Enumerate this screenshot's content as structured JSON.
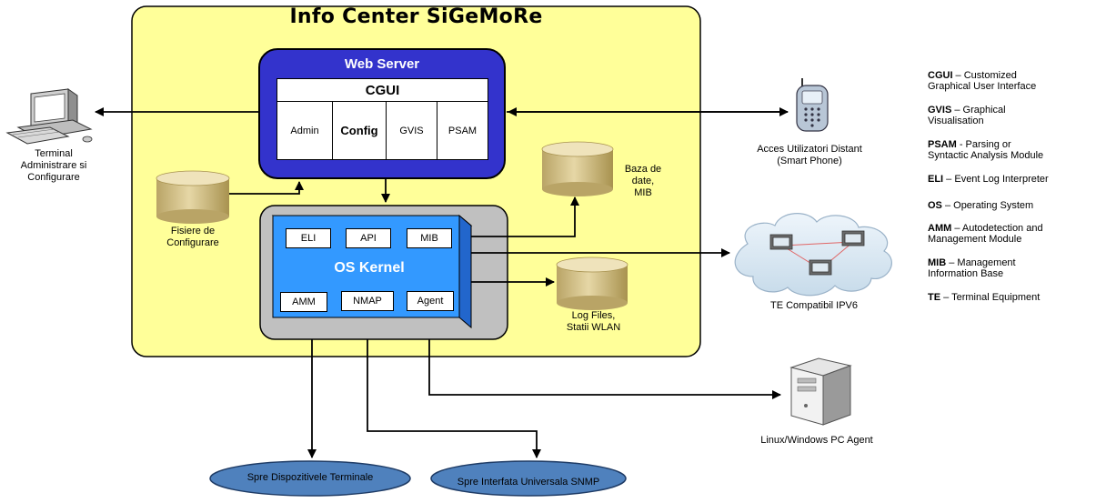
{
  "title": "Info Center SiGeMoRe",
  "web_server": {
    "title": "Web Server",
    "cgui": "CGUI",
    "modules": [
      "Admin",
      "Config",
      "GVIS",
      "PSAM"
    ]
  },
  "os_kernel": {
    "title": "OS Kernel",
    "top_modules": [
      "ELI",
      "API",
      "MIB"
    ],
    "bottom_modules": [
      "AMM",
      "NMAP",
      "Agent"
    ]
  },
  "nodes": {
    "terminal_admin": [
      "Terminal",
      "Administrare si",
      "Configurare"
    ],
    "config_files": [
      "Fisiere de",
      "Configurare"
    ],
    "database": [
      "Baza de",
      "date,",
      "MIB"
    ],
    "log_files": [
      "Log Files,",
      "Statii WLAN"
    ],
    "remote_access": [
      "Acces Utilizatori Distant",
      "(Smart Phone)"
    ],
    "ipv6_te": "TE Compatibil IPV6",
    "pc_agent": "Linux/Windows PC Agent",
    "terminal_devices": "Spre Dispozitivele Terminale",
    "snmp_interface": "Spre Interfata Universala SNMP"
  },
  "legend": [
    {
      "abbr": "CGUI",
      "desc": " – Customized",
      "desc2": "Graphical User Interface"
    },
    {
      "abbr": "GVIS",
      "desc": " – Graphical",
      "desc2": "Visualisation"
    },
    {
      "abbr": "PSAM",
      "desc": " - Parsing or",
      "desc2": "Syntactic Analysis Module"
    },
    {
      "abbr": "ELI",
      "desc": " – Event Log Interpreter",
      "desc2": ""
    },
    {
      "abbr": "OS",
      "desc": " – Operating System",
      "desc2": ""
    },
    {
      "abbr": "AMM",
      "desc": " – Autodetection and",
      "desc2": "Management Module"
    },
    {
      "abbr": "MIB",
      "desc": " – Management",
      "desc2": "Information Base"
    },
    {
      "abbr": "TE",
      "desc": " – Terminal Equipment",
      "desc2": ""
    }
  ],
  "colors": {
    "info_center_fill": "#ffff99",
    "web_server_fill": "#3333cc",
    "kernel_fill": "#3399ff",
    "kernel_frame": "#c0c0c0",
    "cylinder": "#d8c48a",
    "ellipse": "#4f81bd"
  }
}
